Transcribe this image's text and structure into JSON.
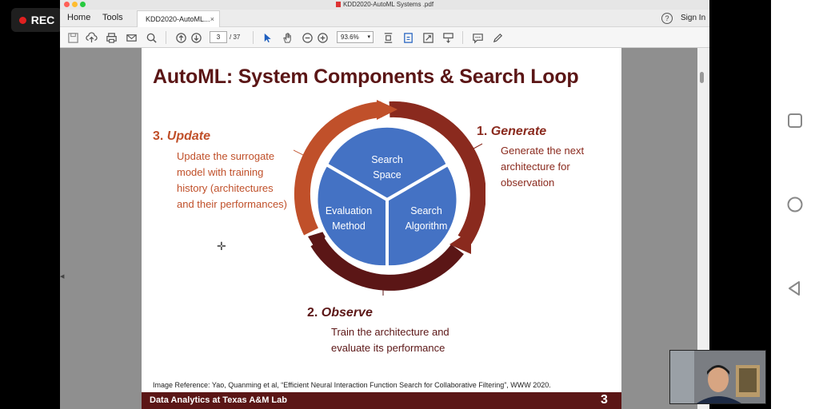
{
  "recorder": {
    "label": "REC"
  },
  "window": {
    "title": "KDD2020-AutoML Systems .pdf",
    "menu": [
      "Home",
      "Tools"
    ],
    "tab_label": "KDD2020-AutoML...",
    "tab_close": "×",
    "help_symbol": "?",
    "sign_in": "Sign In"
  },
  "toolbar": {
    "current_page": "3",
    "total_pages": "/ 37",
    "zoom": "93.6%",
    "icons": [
      "save-icon",
      "upload-icon",
      "print-icon",
      "email-icon",
      "search-icon",
      "page-up-icon",
      "page-down-icon",
      "select-arrow-icon",
      "hand-icon",
      "zoom-out-icon",
      "zoom-in-icon",
      "fit-page-icon",
      "page-icon",
      "fullscreen-icon",
      "scroll-mode-icon",
      "comment-icon",
      "highlight-pen-icon"
    ]
  },
  "slide": {
    "title": "AutoML: System Components & Search Loop",
    "steps": {
      "generate": {
        "num": "1.",
        "word": "Generate",
        "body": [
          "Generate the next",
          "architecture for",
          "observation"
        ]
      },
      "observe": {
        "num": "2.",
        "word": "Observe",
        "body": [
          "Train the architecture and",
          "evaluate its performance"
        ]
      },
      "update": {
        "num": "3.",
        "word": "Update",
        "body": [
          "Update the surrogate",
          "model with training",
          "history (architectures",
          "and their performances)"
        ]
      }
    },
    "segments": {
      "top": [
        "Search",
        "Space"
      ],
      "left": [
        "Evaluation",
        "Method"
      ],
      "right": [
        "Search",
        "Algorithm"
      ]
    },
    "reference": "Image Reference: Yao, Quanming et al, “Efficient Neural Interaction Function Search for Collaborative Filtering”,  WWW  2020.",
    "footer": "Data Analytics at Texas A&M Lab",
    "number": "3"
  },
  "colors": {
    "maroon": "#5b1616",
    "orange_red": "#c0502a",
    "ring_dark": "#6e1f1a",
    "segment_blue": "#4472c4"
  }
}
